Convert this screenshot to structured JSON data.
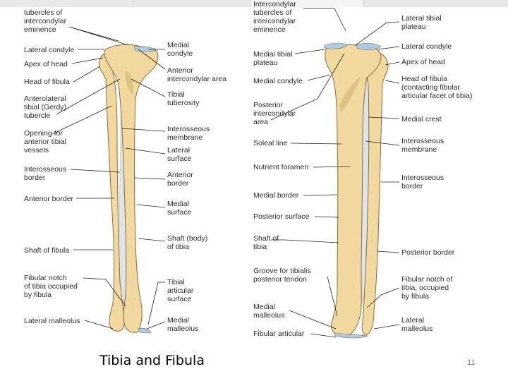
{
  "slide": {
    "caption": "Tibia and Fibula",
    "page_number": "11"
  },
  "colors": {
    "bone_fill": "#f2d9a0",
    "bone_shade": "#d9b878",
    "bone_outline": "#8a6a3a",
    "cartilage": "#a9cde6",
    "membrane": "#dde4ea",
    "leader_line": "#222222"
  },
  "anterior_view": {
    "labels": {
      "tubercles": "tubercles of\nintercondylar\neminence",
      "lateral_condyle": "Lateral condyle",
      "apex_of_head": "Apex of head",
      "head_of_fibula": "Head of fibula",
      "gerdy_tubercle": "Anterolateral\ntibial (Gerdy)\ntubercle",
      "opening_vessels": "Opening for\nanterior tibial\nvessels",
      "interosseous_border": "Interosseous\nborder",
      "anterior_border": "Anterior border",
      "shaft_of_fibula": "Shaft of fibula",
      "fibular_notch": "Fibular notch\nof tibia occupied\nby fibula",
      "lateral_malleolus": "Lateral malleolus",
      "medial_condyle": "Medial\ncondyle",
      "anterior_intercondylar": "Anterior\nintercondylar area",
      "tibial_tuberosity": "Tibial\ntuberosity",
      "interosseous_membrane": "Interosseous\nmembrane",
      "lateral_surface": "Lateral\nsurface",
      "anterior_border_right": "Anterior\nborder",
      "medial_surface": "Medial\nsurface",
      "shaft_body": "Shaft (body)\nof tibia",
      "tibial_articular": "Tibial\narticular\nsurface",
      "medial_malleolus": "Medial\nmalleolus"
    }
  },
  "posterior_view": {
    "labels": {
      "tubercles": "Intercondylar\ntubercles of\nintercondylar\neminence",
      "medial_tibial_plateau": "Medial tibial\nplateau",
      "medial_condyle": "Medial condyle",
      "posterior_intercondylar": "Posterior\nintercondylar\narea",
      "soleal_line": "Soleal line",
      "nutrient_foramen": "Nutrient foramen",
      "medial_border": "Medial border",
      "posterior_surface": "Posterior surface",
      "shaft_of_tibia": "Shaft of\ntibia",
      "groove_tibialis": "Groove for tibialis\nposterior tendon",
      "medial_malleolus": "Medial\nmalleolus",
      "fibular_articular": "Fibular articular",
      "lateral_tibial_plateau": "Lateral tibial\nplateau",
      "lateral_condyle": "Lateral condyle",
      "apex_of_head": "Apex of head",
      "head_of_fibula": "Head of fibula\n(contacting fibular\narticular facet of tibia)",
      "medial_crest": "Medial crest",
      "interosseous_membrane": "Interosseous\nmembrane",
      "interosseous_border": "Interosseous\nborder",
      "posterior_border": "Posterior border",
      "fibular_notch": "Fibular notch of\ntibia, occupied\nby fibula",
      "lateral_malleolus": "Lateral\nmalleolus"
    }
  }
}
